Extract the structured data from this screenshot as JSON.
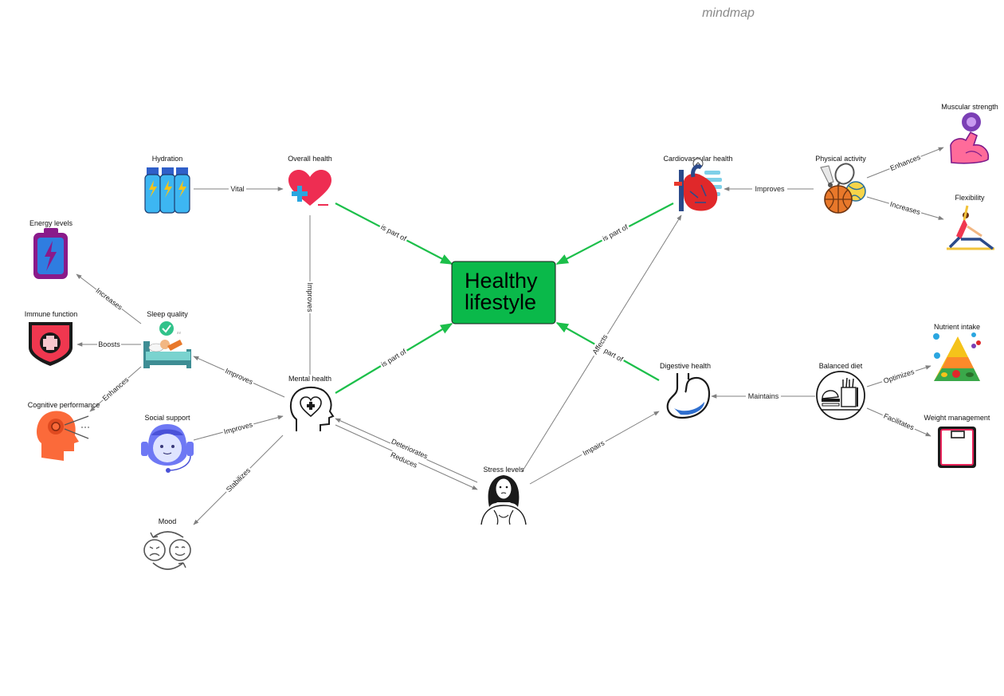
{
  "header": {
    "watermark": "mindmap"
  },
  "colors": {
    "primary_edge": "#1cbf4a",
    "secondary_edge": "#808080",
    "center_fill": "#0ab94a"
  },
  "center": {
    "line1": "Healthy",
    "line2": "lifestyle"
  },
  "nodes": {
    "hydration": "Hydration",
    "overall": "Overall health",
    "energy": "Energy levels",
    "immune": "Immune function",
    "sleep": "Sleep quality",
    "cognitive": "Cognitive performance",
    "social": "Social support",
    "mental": "Mental health",
    "mood": "Mood",
    "stress": "Stress levels",
    "cardio": "Cardiovascular health",
    "physical": "Physical activity",
    "muscle": "Muscular strength",
    "flex": "Flexibility",
    "digestive": "Digestive health",
    "diet": "Balanced diet",
    "nutrient": "Nutrient intake",
    "weight": "Weight management"
  },
  "edges": {
    "overall_center": "is part of",
    "mental_center": "is part of",
    "cardio_center": "is part of",
    "digestive_center": "is part of",
    "hydration_overall": "Vital",
    "mental_overall": "Improves",
    "sleep_energy": "Increases",
    "sleep_immune": "Boosts",
    "sleep_cognitive": "Enhances",
    "mental_sleep": "Improves",
    "social_mental": "Improves",
    "mental_mood": "Stabilizes",
    "stress_mental_deteriorates": "Deteriorates",
    "mental_stress_reduces": "Reduces",
    "stress_cardio": "Affects",
    "stress_digestive": "Impairs",
    "physical_cardio": "Improves",
    "physical_muscle": "Enhances",
    "physical_flex": "Increases",
    "diet_digestive": "Maintains",
    "diet_nutrient": "Optimizes",
    "diet_weight": "Facilitates"
  },
  "icons": {
    "hydration": "water-bottles-icon",
    "overall": "heart-plus-icon",
    "energy": "battery-bolt-icon",
    "immune": "shield-plus-icon",
    "sleep": "person-sleeping-bed-icon",
    "cognitive": "head-gear-icon",
    "social": "support-headset-icon",
    "mental": "head-heart-icon",
    "mood": "mood-faces-icon",
    "stress": "stressed-woman-icon",
    "cardio": "heart-organ-icon",
    "physical": "sports-balls-icon",
    "muscle": "flexed-arm-icon",
    "flex": "yoga-pose-icon",
    "digestive": "stomach-icon",
    "diet": "fast-food-icon",
    "nutrient": "food-pyramid-icon",
    "weight": "scale-icon"
  }
}
